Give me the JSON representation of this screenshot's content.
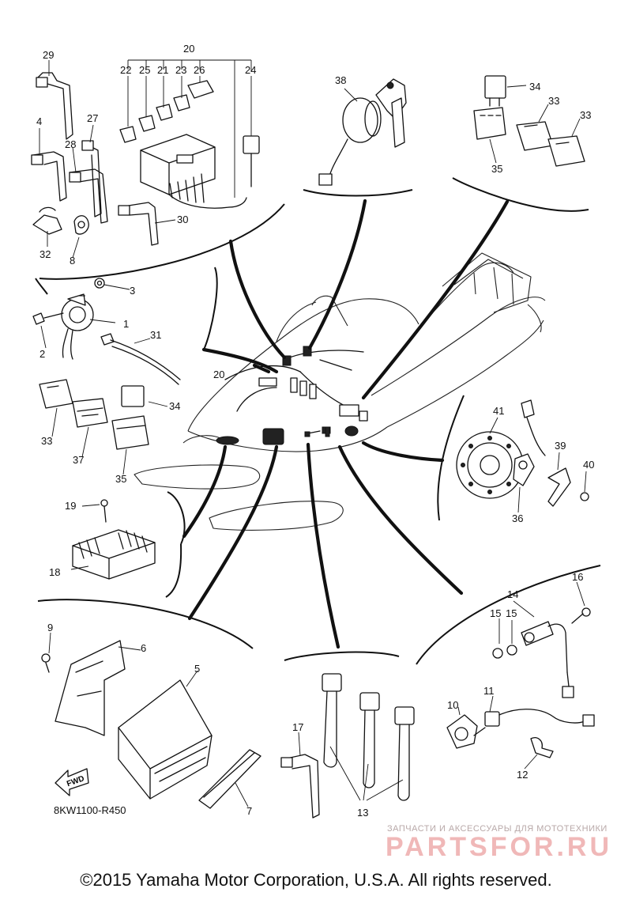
{
  "diagram": {
    "drawing_code": "8KW1100-R450",
    "fwd_label": "FWD",
    "copyright": "©2015 Yamaha Motor Corporation, U.S.A. All rights reserved.",
    "watermark": {
      "caption": "ЗАПЧАСТИ И АКСЕССУАРЫ ДЛЯ МОТОТЕХНИКИ",
      "logo_text": "PARTSFOR.RU"
    },
    "callouts": [
      "1",
      "2",
      "3",
      "4",
      "5",
      "6",
      "7",
      "8",
      "9",
      "10",
      "11",
      "12",
      "13",
      "14",
      "15",
      "15",
      "16",
      "17",
      "18",
      "19",
      "20",
      "20",
      "21",
      "22",
      "23",
      "24",
      "25",
      "26",
      "27",
      "28",
      "29",
      "30",
      "31",
      "32",
      "33",
      "33",
      "33",
      "34",
      "34",
      "35",
      "35",
      "36",
      "37",
      "38",
      "39",
      "40",
      "41"
    ]
  }
}
